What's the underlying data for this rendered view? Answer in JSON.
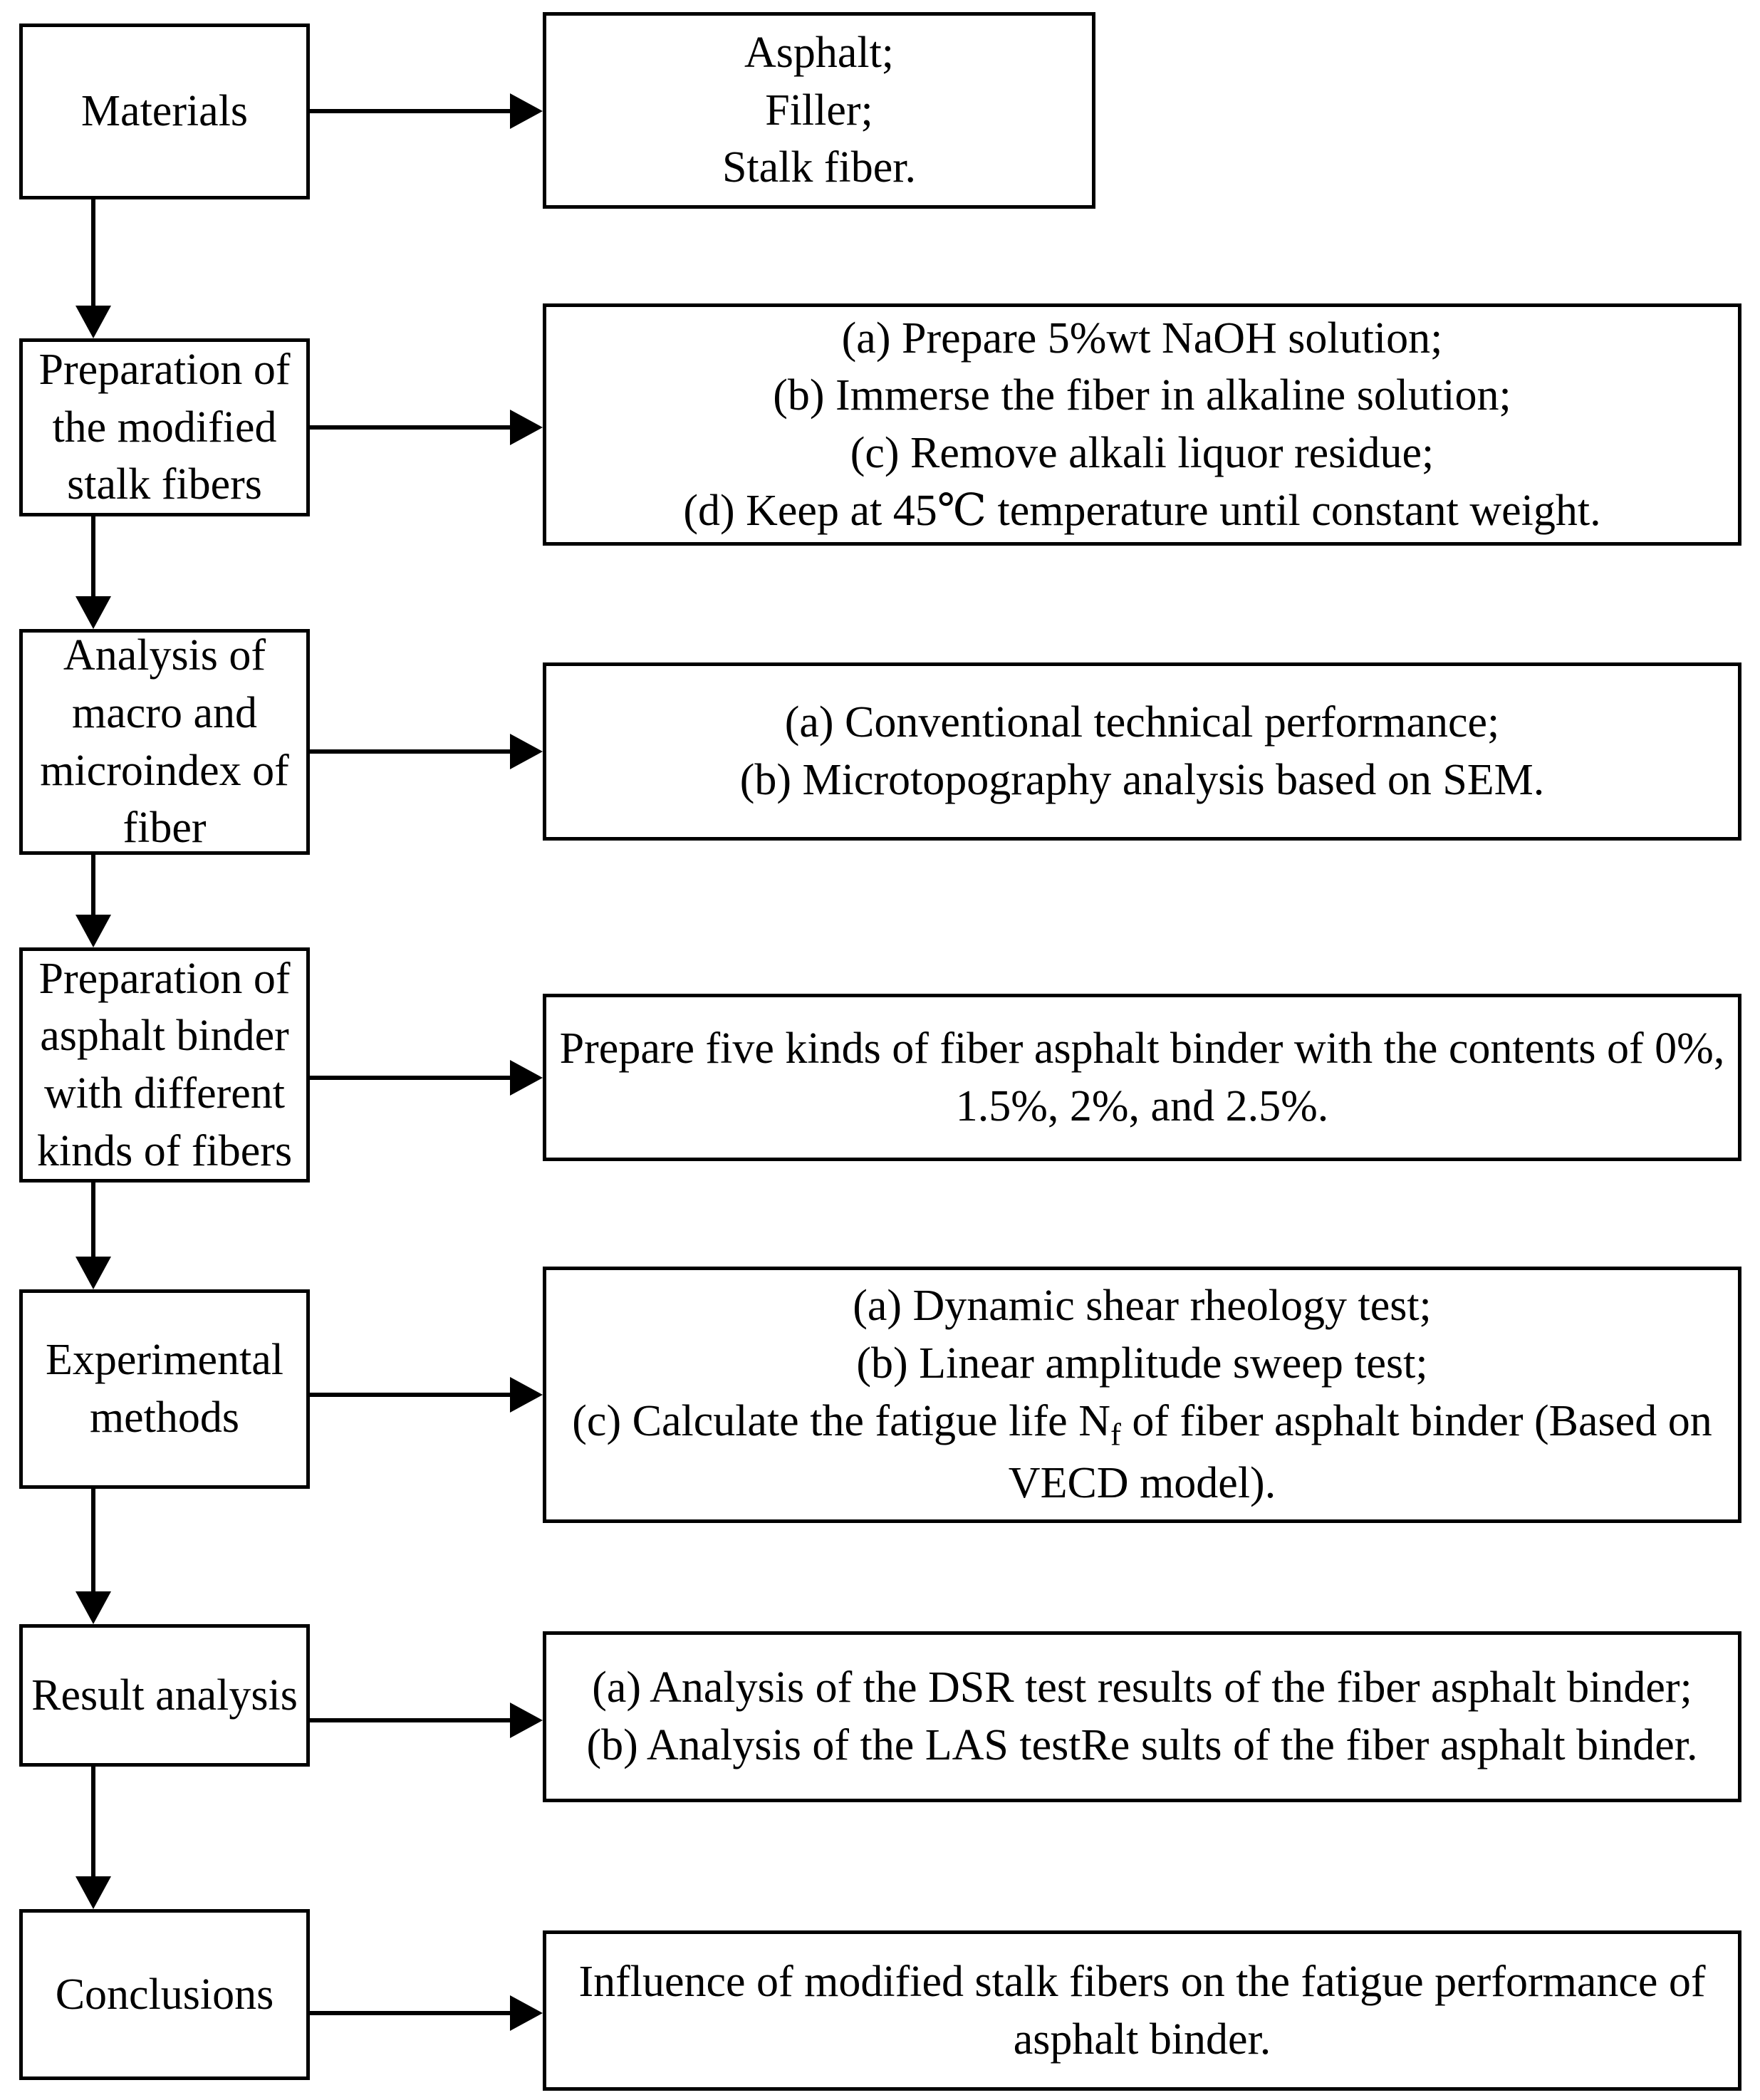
{
  "diagram": {
    "title": "Research methodology flowchart for modified stalk fiber asphalt binder",
    "line_color": "#000000",
    "background_color": "#ffffff"
  },
  "stages": [
    {
      "id": "materials",
      "label": "Materials"
    },
    {
      "id": "fiber-preparation",
      "label": "Preparation of\nthe modified\nstalk fibers"
    },
    {
      "id": "fiber-analysis",
      "label": "Analysis of\nmacro and\nmicroindex of\nfiber"
    },
    {
      "id": "binder-preparation",
      "label": "Preparation of\nasphalt binder\nwith different\nkinds of fibers"
    },
    {
      "id": "experimental-methods",
      "label": "Experimental\nmethods"
    },
    {
      "id": "result-analysis",
      "label": "Result analysis"
    },
    {
      "id": "conclusions",
      "label": "Conclusions"
    }
  ],
  "details": [
    {
      "id": "materials-detail",
      "text": "Asphalt;\nFiller;\nStalk fiber."
    },
    {
      "id": "fiber-preparation-detail",
      "text": "(a) Prepare 5%wt NaOH solution;\n(b) Immerse the fiber in alkaline solution;\n(c) Remove alkali liquor residue;\n(d) Keep at 45℃ temperature until constant weight."
    },
    {
      "id": "fiber-analysis-detail",
      "text": "(a) Conventional technical performance;\n(b) Microtopography analysis based on SEM."
    },
    {
      "id": "binder-preparation-detail",
      "text": "Prepare five kinds of fiber asphalt binder with the contents of 0%, 1.5%, 2%, and 2.5%."
    },
    {
      "id": "experimental-methods-detail",
      "text_before_sub": "(a) Dynamic shear rheology test;\n(b) Linear amplitude sweep test;\n(c) Calculate the fatigue life N",
      "subscript": "f",
      "text_after_sub": " of fiber asphalt binder (Based on VECD model)."
    },
    {
      "id": "result-analysis-detail",
      "text": "(a) Analysis of the DSR test results of the fiber asphalt binder;\n(b) Analysis of the LAS testRe sults of the fiber asphalt binder."
    },
    {
      "id": "conclusions-detail",
      "text": "Influence of modified stalk fibers on the fatigue performance of asphalt binder."
    }
  ],
  "connectors": {
    "vertical_arrow_label": "flows-to",
    "horizontal_arrow_label": "describes"
  }
}
